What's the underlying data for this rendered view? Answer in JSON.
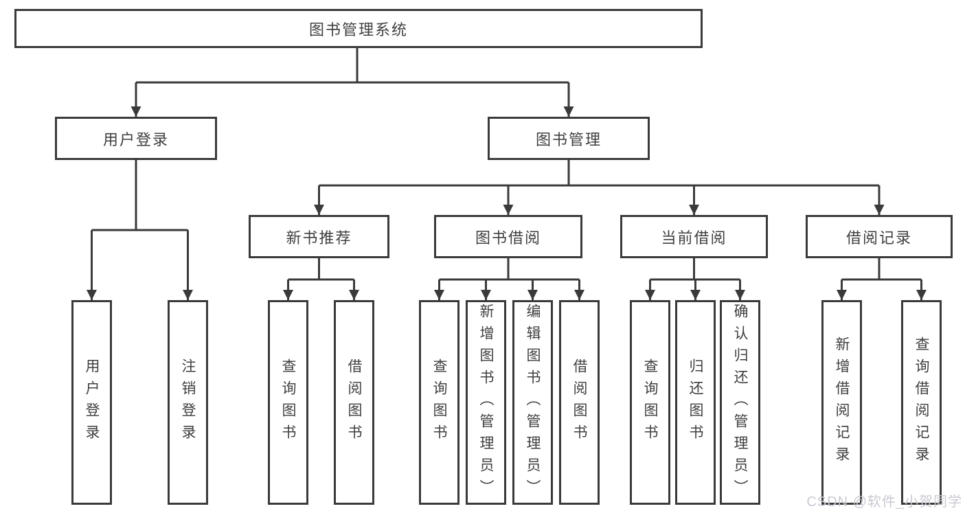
{
  "tree": {
    "root": "图书管理系统",
    "login_branch": {
      "label": "用户登录",
      "children": [
        "用户登录",
        "注销登录"
      ]
    },
    "manage_branch": {
      "label": "图书管理",
      "groups": [
        {
          "label": "新书推荐",
          "children": [
            "查询图书",
            "借阅图书"
          ]
        },
        {
          "label": "图书借阅",
          "children": [
            "查询图书",
            "新增图书（管理员）",
            "编辑图书（管理员）",
            "借阅图书"
          ]
        },
        {
          "label": "当前借阅",
          "children": [
            "查询图书",
            "归还图书",
            "确认归还（管理员）"
          ]
        },
        {
          "label": "借阅记录",
          "children": [
            "新增借阅记录",
            "查询借阅记录"
          ]
        }
      ]
    }
  },
  "watermark": "CSDN @软件_小贺同学",
  "colors": {
    "line": "#3a3a3a",
    "text": "#3f3f3f",
    "watermark": "#c9cad3",
    "background": "#ffffff"
  }
}
